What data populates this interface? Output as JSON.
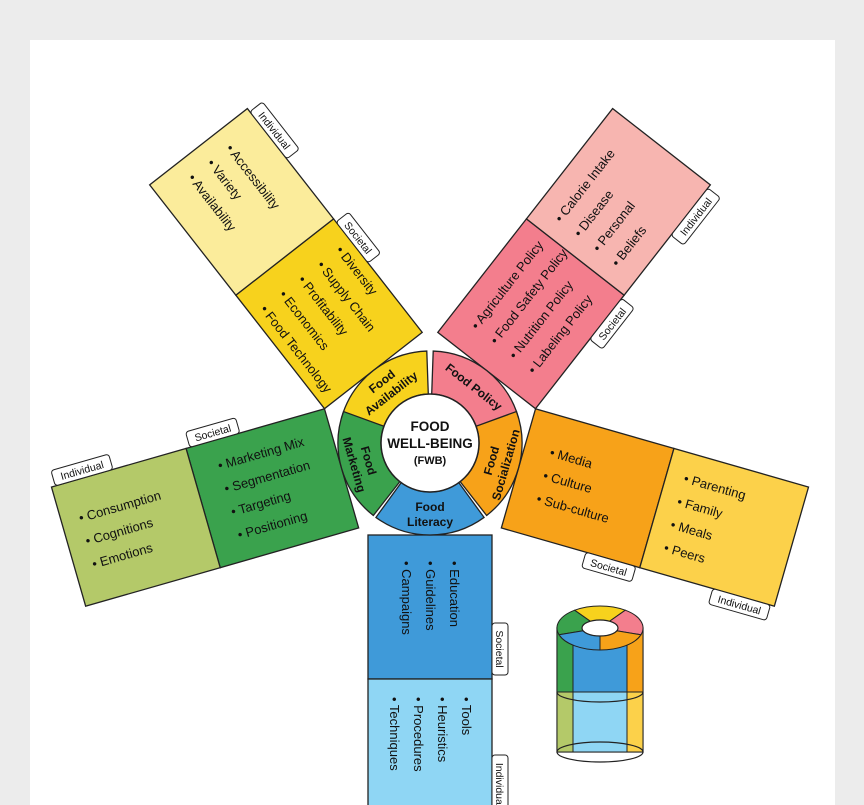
{
  "center": {
    "line1": "FOOD",
    "line2": "WELL-BEING",
    "line3": "(FWB)"
  },
  "level_labels": {
    "societal": "Societal",
    "individual": "Individual"
  },
  "dimensions": [
    {
      "key": "availability",
      "hub_line1": "Food",
      "hub_line2": "Availability",
      "societal_color": "#f7d21d",
      "individual_color": "#fbec9b",
      "societal_items": [
        "Diversity",
        "Supply Chain",
        "Profitability",
        "Economics",
        "Food Technology"
      ],
      "individual_items": [
        "Accessibility",
        "Variety",
        "Availability"
      ]
    },
    {
      "key": "policy",
      "hub_line1": "Food Policy",
      "hub_line2": "",
      "societal_color": "#f37e8d",
      "individual_color": "#f7b5b0",
      "societal_items": [
        "Agriculture Policy",
        "Food Safety Policy",
        "Nutrition Policy",
        "Labeling Policy"
      ],
      "individual_items": [
        "Calorie Intake",
        "Disease",
        "Personal",
        "Beliefs"
      ]
    },
    {
      "key": "socialization",
      "hub_line1": "Food",
      "hub_line2": "Socialization",
      "societal_color": "#f7a219",
      "individual_color": "#fcd14a",
      "societal_items": [
        "Media",
        "Culture",
        "Sub-culture"
      ],
      "individual_items": [
        "Parenting",
        "Family",
        "Meals",
        "Peers"
      ]
    },
    {
      "key": "literacy",
      "hub_line1": "Food",
      "hub_line2": "Literacy",
      "societal_color": "#3f9ad9",
      "individual_color": "#8fd6f4",
      "societal_items": [
        "Education",
        "Guidelines",
        "Campaigns"
      ],
      "individual_items": [
        "Tools",
        "Heuristics",
        "Procedures",
        "Techniques"
      ]
    },
    {
      "key": "marketing",
      "hub_line1": "Food",
      "hub_line2": "Marketing",
      "societal_color": "#3aa24d",
      "individual_color": "#b4c969",
      "societal_items": [
        "Marketing Mix",
        "Segmentation",
        "Targeting",
        "Positioning"
      ],
      "individual_items": [
        "Consumption",
        "Cognitions",
        "Emotions"
      ]
    }
  ]
}
